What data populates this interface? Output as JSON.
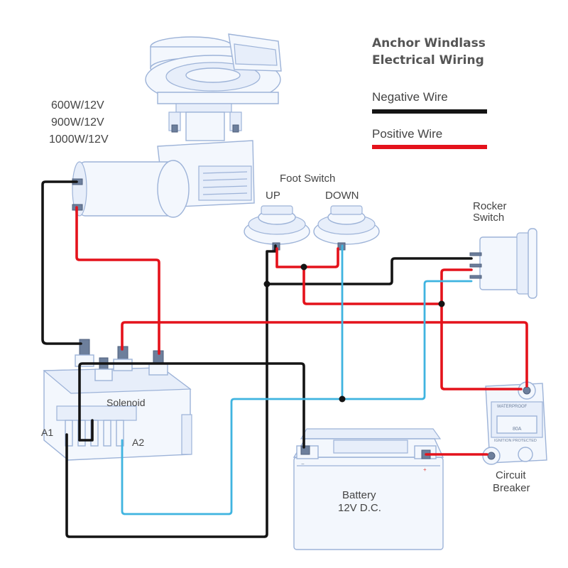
{
  "title_line1": "Anchor Windlass",
  "title_line2": "Electrical Wiring",
  "legend": {
    "negative": "Negative Wire",
    "positive": "Positive Wire",
    "negative_color": "#141414",
    "positive_color": "#e4121b",
    "signal_color": "#3fb4e0"
  },
  "windlass": {
    "ratings": [
      "600W/12V",
      "900W/12V",
      "1000W/12V"
    ]
  },
  "foot_switch": {
    "label": "Foot Switch",
    "up": "UP",
    "down": "DOWN"
  },
  "rocker_switch": {
    "line1": "Rocker",
    "line2": "Switch"
  },
  "solenoid": {
    "label": "Solenoid",
    "a1": "A1",
    "a2": "A2"
  },
  "battery": {
    "line1": "Battery",
    "line2": "12V D.C."
  },
  "circuit_breaker": {
    "line1": "Circuit",
    "line2": "Breaker",
    "plate_text1": "WATERPROOF",
    "plate_text2": "80A",
    "plate_text3": "IGNITION PROTECTED"
  }
}
